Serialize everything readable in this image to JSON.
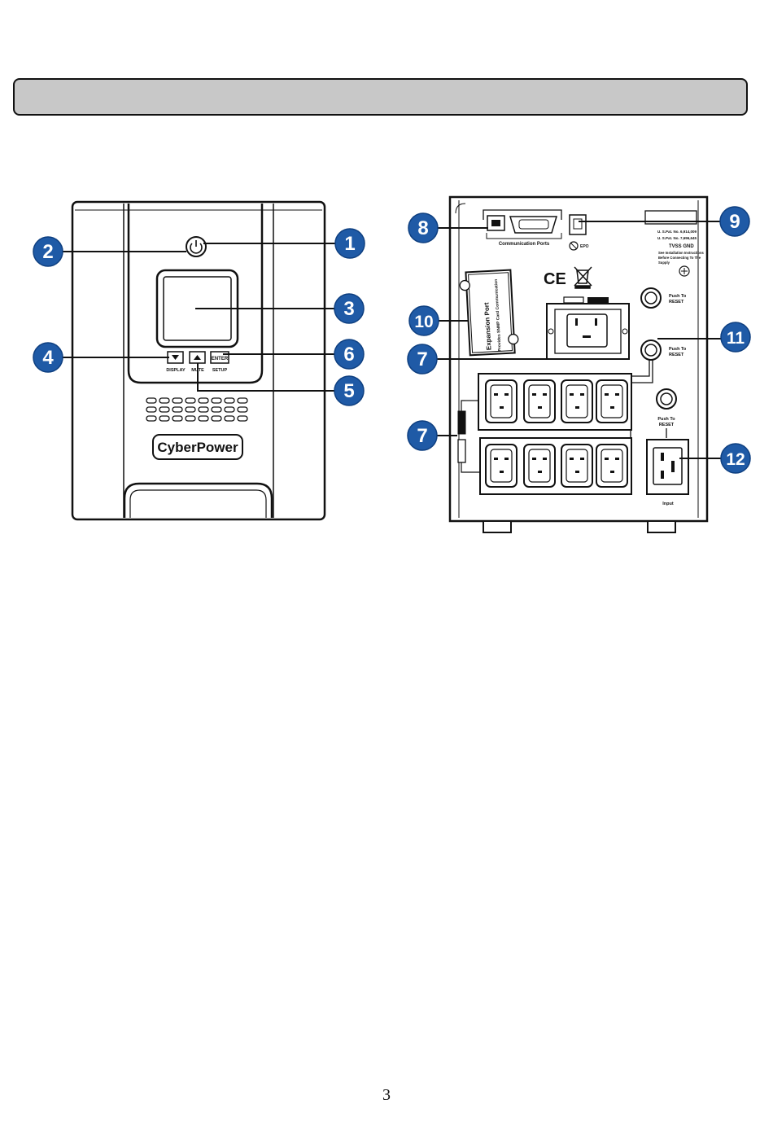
{
  "page": {
    "number": "3"
  },
  "front_panel": {
    "logo": "CyberPower",
    "display_label": "DISPLAY",
    "mute_label": "MUTE",
    "enter_label": "ENTER",
    "setup_label": "SETUP"
  },
  "rear_panel": {
    "comm_ports_label": "Communication Ports",
    "epo_label": "EPO",
    "patent_line_1": "U. S.Pat. No. 6,914,009",
    "patent_line_2": "U. S.Pat. No. 7,696,645",
    "tvss_label": "TVSS GND",
    "install_note_1": "See Installation Instructions",
    "install_note_2": "Before Connecting To The",
    "install_note_3": "Supply",
    "ce_mark": "CE",
    "expansion_title": "Expansion Port",
    "expansion_sub": "Provides SNMP Card Communication",
    "reset_label_1": "Push To",
    "reset_label_2": "RESET",
    "input_label": "Input"
  },
  "callouts": {
    "c1": "1",
    "c2": "2",
    "c3": "3",
    "c4": "4",
    "c5": "5",
    "c6": "6",
    "c7a": "7",
    "c7b": "7",
    "c8": "8",
    "c9": "9",
    "c10": "10",
    "c11": "11",
    "c12": "12"
  },
  "colors": {
    "callout": "#1f5aa6",
    "title_bar": "#c8c8c8"
  }
}
